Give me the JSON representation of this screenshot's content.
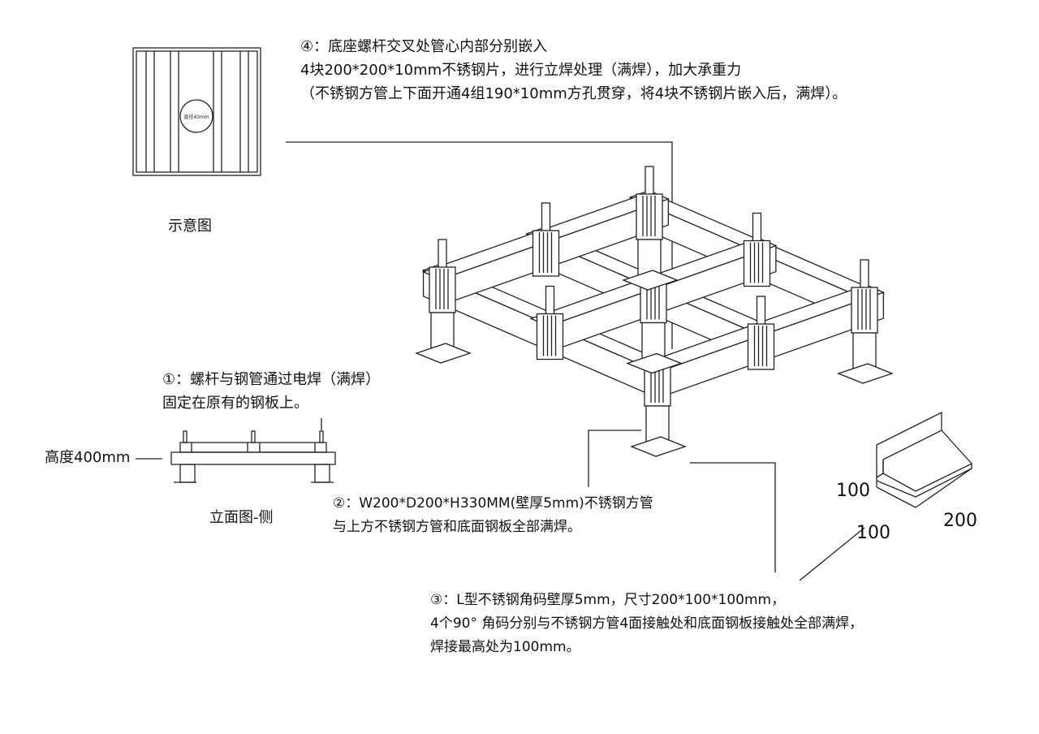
{
  "note4": {
    "lines": [
      "④：底座螺杆交叉处管心内部分别嵌入",
      "4块200*200*10mm不锈钢片，进行立焊处理（满焊），加大承重力",
      "（不锈钢方管上下面开通4组190*10mm方孔贯穿，将4块不锈钢片嵌入后，满焊）。"
    ]
  },
  "schematic": {
    "caption": "示意图",
    "circle_label": "直径40mm"
  },
  "note1": {
    "lines": [
      "①：螺杆与钢管通过电焊（满焊）",
      "固定在原有的钢板上。"
    ]
  },
  "elevation": {
    "height_label": "高度400mm",
    "caption": "立面图-侧"
  },
  "note2": {
    "lines": [
      "②：W200*D200*H330MM(壁厚5mm)不锈钢方管",
      "与上方不锈钢方管和底面钢板全部满焊。"
    ]
  },
  "angle_bracket": {
    "dim_a": "100",
    "dim_b": "100",
    "dim_c": "200"
  },
  "note3": {
    "lines": [
      "③：L型不锈钢角码壁厚5mm，尺寸200*100*100mm，",
      "4个90° 角码分别与不锈钢方管4面接触处和底面钢板接触处全部满焊，",
      "焊接最高处为100mm。"
    ]
  }
}
